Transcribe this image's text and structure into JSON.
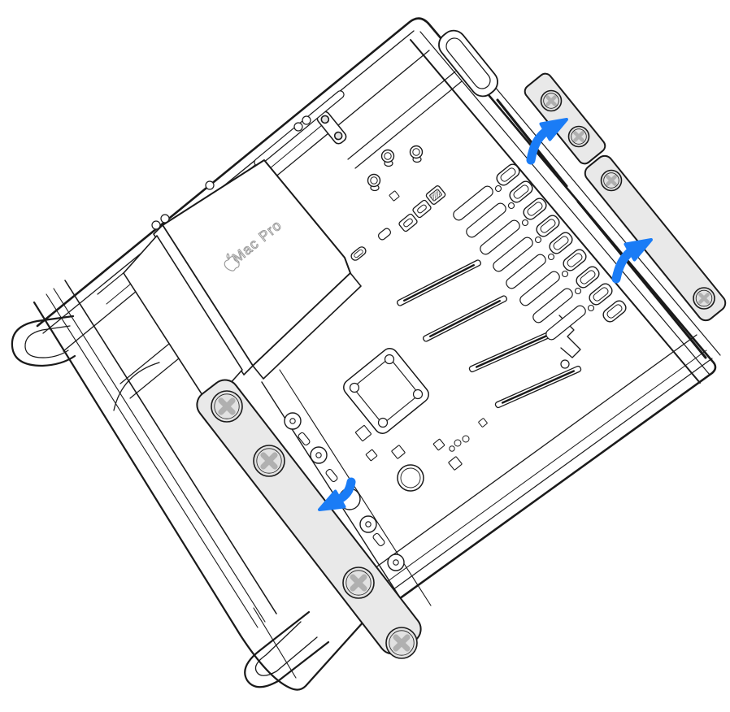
{
  "illustration": {
    "alt": "Mac Pro lying on its side with the side access panel removed; side rails with screws are shown being removed in the direction of the blue arrows",
    "device_label": "Mac Pro",
    "colors": {
      "background": "#ffffff",
      "line": "#1a1a1a",
      "rail_fill": "#e9e9e9",
      "screw_fill": "#e2e2e2",
      "screw_cross": "#b0b0b0",
      "arrow_blue": "#1a7cf6",
      "label_gray": "#9a9a9a"
    },
    "arrows": [
      {
        "id": "top-right-upper",
        "direction": "up-right"
      },
      {
        "id": "top-right-lower",
        "direction": "up-right"
      },
      {
        "id": "left-center",
        "direction": "down-left"
      }
    ],
    "rails": [
      {
        "id": "top-short-rail",
        "screws": 2
      },
      {
        "id": "right-long-rail",
        "screws": 2
      },
      {
        "id": "left-long-rail",
        "screws": 4
      }
    ]
  }
}
